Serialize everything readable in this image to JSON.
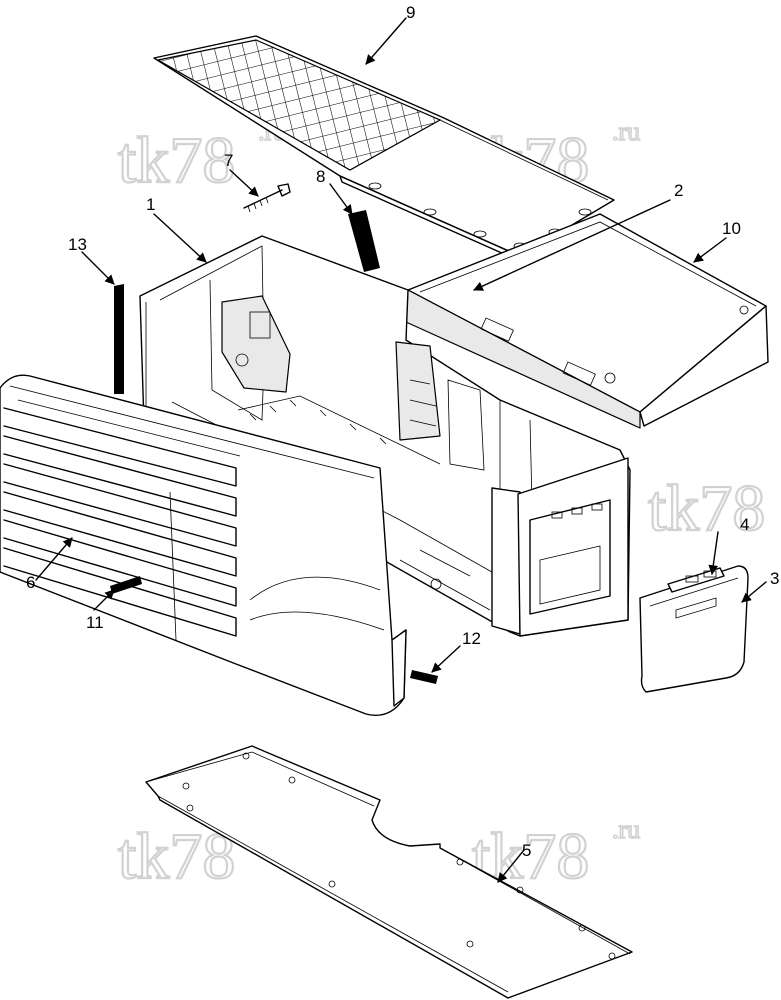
{
  "watermark": {
    "main": "tk78",
    "suffix": ".ru"
  },
  "callouts": [
    "1",
    "2",
    "3",
    "4",
    "5",
    "6",
    "7",
    "8",
    "9",
    "10",
    "11",
    "12",
    "13"
  ]
}
